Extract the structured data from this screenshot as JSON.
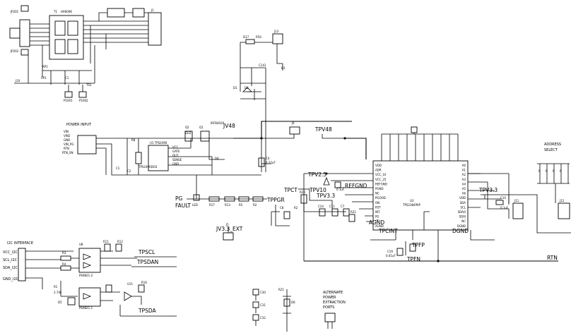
{
  "labels": {
    "power_input": "POWER INPUT",
    "jv48": "JV48",
    "tpv48": "TPV48",
    "tpct": "TPCT",
    "tpv2_5": "TPV2.5",
    "tpv10": "TPV10",
    "tpv3_3_left": "TPV3.3",
    "refgnd": "REFGND",
    "tppgr": "TPPGR",
    "agnd": "AGND",
    "tpcint": "TPCINT",
    "dgnd": "DGND",
    "jv3_3_ext": "JV3.3_EXT",
    "tpv3_3_right": "TPV3.3",
    "address_select_1": "ADDRESS",
    "address_select_2": "SELECT",
    "rtn": "RTN",
    "pg_fault_1": "PG",
    "pg_fault_2": "FAULT",
    "i2c_interface": "I2C INTERFACE",
    "vcc_i2c": "VCC_I2C",
    "scl_i2c": "SCL_I2C",
    "sda_i2c": "SDA_I2C",
    "gnd_i2c": "GND_I2C",
    "tpscl": "TPSCL",
    "tpsdan": "TPSDAN",
    "tpsda": "TPSDA",
    "tpfp": "TPFP",
    "tpfn": "TPFN",
    "alt_1": "ALTERNATE",
    "alt_2": "POWER",
    "alt_3": "EXTRACTION",
    "alt_4": "PORTS"
  },
  "chip_pin_labels": {
    "left": [
      "VDD",
      "ADR",
      "VCC_10",
      "VCC_25",
      "REFGND",
      "PGND",
      "NC",
      "PGOOD",
      "ON",
      "RST",
      "INT",
      "PG",
      "CT",
      "AGND"
    ],
    "right": [
      "A0",
      "A1",
      "A2",
      "A3",
      "A4",
      "A5",
      "A6",
      "VDD",
      "SDA",
      "SCL",
      "SDAO",
      "SDAI",
      "NC",
      "DGND"
    ]
  }
}
